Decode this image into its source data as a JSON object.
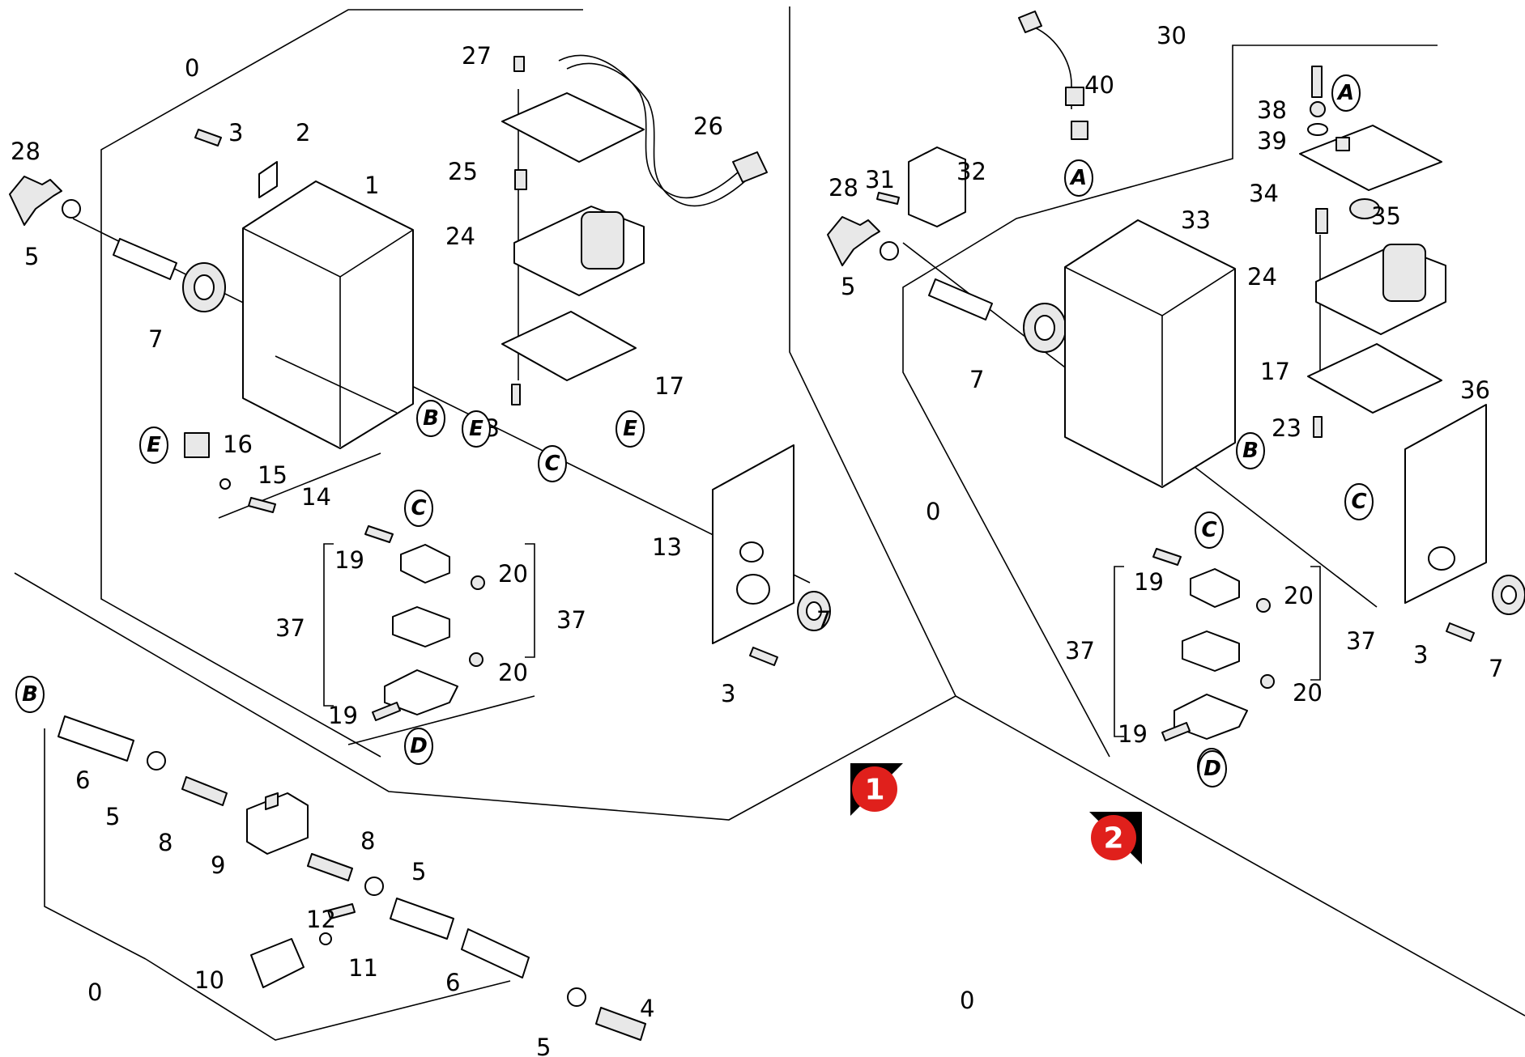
{
  "diagram": {
    "part_numbers": [
      "0",
      "0",
      "0",
      "0",
      "1",
      "2",
      "3",
      "3",
      "3",
      "4",
      "5",
      "5",
      "5",
      "5",
      "5",
      "6",
      "6",
      "7",
      "7",
      "7",
      "7",
      "8",
      "8",
      "9",
      "10",
      "11",
      "12",
      "13",
      "14",
      "15",
      "16",
      "17",
      "17",
      "19",
      "19",
      "19",
      "19",
      "20",
      "20",
      "20",
      "20",
      "23",
      "23",
      "24",
      "24",
      "25",
      "26",
      "27",
      "28",
      "28",
      "30",
      "31",
      "32",
      "33",
      "34",
      "35",
      "36",
      "37",
      "37",
      "37",
      "37",
      "38",
      "39",
      "40"
    ],
    "connector_letters": [
      "A",
      "A",
      "B",
      "B",
      "B",
      "C",
      "C",
      "C",
      "C",
      "D",
      "D",
      "D",
      "E",
      "E",
      "E"
    ],
    "view_badges": [
      "1",
      "2"
    ],
    "colors": {
      "badge": "#e0201c",
      "badge_corner": "#000000",
      "line": "#000000"
    }
  }
}
